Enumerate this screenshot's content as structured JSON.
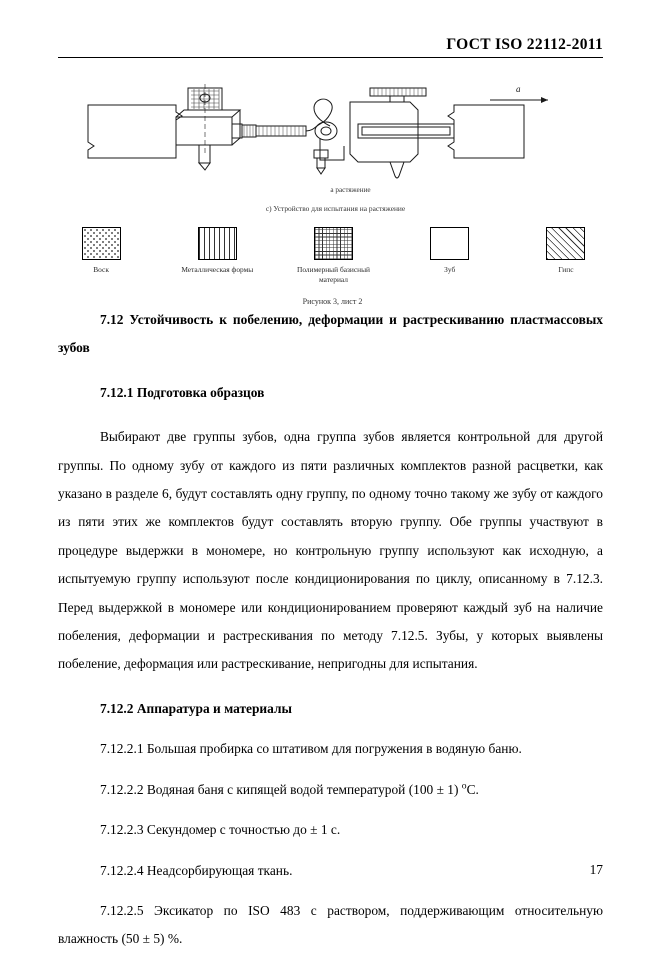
{
  "header": {
    "standard_title": "ГОСТ ISO 22112-2011"
  },
  "figure": {
    "arrow_label": "a",
    "caption_a": "а      растяжение",
    "caption_c": "с)  Устройство для испытания на растяжение",
    "figure_number": "Рисунок 3, лист 2",
    "legend": [
      {
        "pattern": "wax",
        "label": "Воск"
      },
      {
        "pattern": "metal",
        "label": "Металлическая формы"
      },
      {
        "pattern": "polymer",
        "label": "Полимерный базисный материал"
      },
      {
        "pattern": "tooth",
        "label": "Зуб"
      },
      {
        "pattern": "gypsum",
        "label": "Гипс"
      }
    ]
  },
  "sections": {
    "heading_712": "7.12  Устойчивость к побелению, деформации и растрескиванию пластмассовых зубов",
    "heading_7121": "7.12.1 Подготовка образцов",
    "paragraph_1": "Выбирают две группы зубов, одна группа зубов является контрольной для другой группы. По одному зубу от каждого из пяти различных комплектов разной расцветки, как  указано в разделе 6, будут составлять одну группу, по одному точно такому же зубу от каждого из пяти этих же комплектов будут составлять вторую группу. Обе группы участвуют в процедуре выдержки в мономере, но контрольную группу используют как исходную, а испытуемую группу используют после кондиционирования по циклу, описанному в 7.12.3. Перед выдержкой в мономере или кондиционированием проверяют каждый зуб на наличие побеления, деформации и растрескивания по методу 7.12.5. Зубы, у которых выявлены побеление, деформация или растрескивание, непригодны для испытания.",
    "heading_7122": "7.12.2 Аппаратура и материалы",
    "item_71221": "7.12.2.1 Большая пробирка со штативом для погружения в водяную баню.",
    "item_71222_pre": "7.12.2.2 Водяная баня с кипящей водой температурой (100 ± 1) ",
    "item_71222_deg": "o",
    "item_71222_post": "C.",
    "item_71223": "7.12.2.3 Секундомер с точностью до ± 1 с.",
    "item_71224": "7.12.2.4 Неадсорбирующая ткань.",
    "item_71225": "7.12.2.5  Эксикатор по ISO 483 с раствором, поддерживающим относительную влажность (50 ± 5) %."
  },
  "footer": {
    "page_number": "17"
  }
}
